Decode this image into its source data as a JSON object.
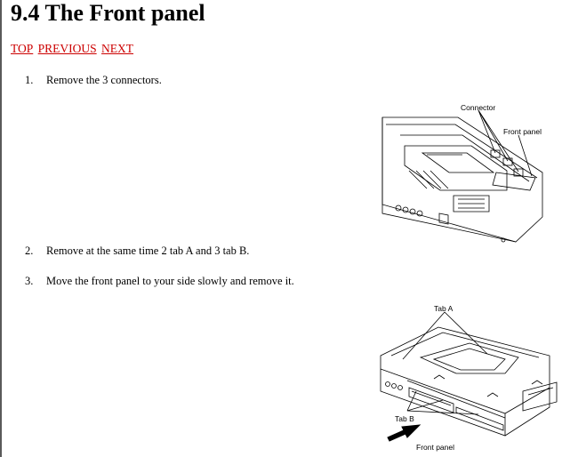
{
  "page": {
    "title": "9.4 The Front panel",
    "nav": {
      "top": "TOP",
      "previous": "PREVIOUS",
      "next": "NEXT"
    },
    "link_color": "#cc0000"
  },
  "steps": [
    {
      "number": "1.",
      "text": "Remove the 3 connectors."
    },
    {
      "number": "2.",
      "text": "Remove at the same time 2 tab A and 3 tab B."
    },
    {
      "number": "3.",
      "text": "Move the front panel to your side slowly and remove it."
    }
  ],
  "figures": {
    "fig1": {
      "label_connector": "Connector",
      "label_front_panel": "Front panel"
    },
    "fig2": {
      "label_tab_a": "Tab A",
      "label_tab_b": "Tab B",
      "label_front_panel": "Front panel"
    }
  }
}
